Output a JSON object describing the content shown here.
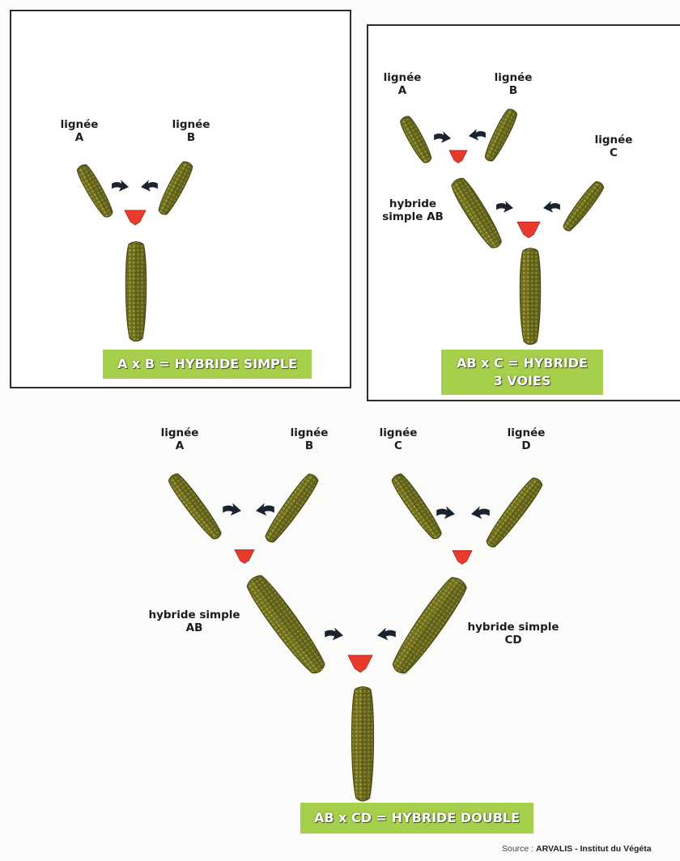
{
  "panels": {
    "simple": {
      "labels": {
        "a": [
          "lignée",
          "A"
        ],
        "b": [
          "lignée",
          "B"
        ]
      },
      "banner": "A x B = HYBRIDE SIMPLE"
    },
    "three_way": {
      "labels": {
        "a": [
          "lignée",
          "A"
        ],
        "b": [
          "lignée",
          "B"
        ],
        "c": [
          "lignée",
          "C"
        ],
        "ab": [
          "hybride",
          "simple AB"
        ]
      },
      "banner": [
        "AB x C = HYBRIDE",
        "3 VOIES"
      ]
    },
    "double": {
      "labels": {
        "a": [
          "lignée",
          "A"
        ],
        "b": [
          "lignée",
          "B"
        ],
        "c": [
          "lignée",
          "C"
        ],
        "d": [
          "lignée",
          "D"
        ],
        "ab": [
          "hybride simple",
          "AB"
        ],
        "cd": [
          "hybride simple",
          "CD"
        ]
      },
      "banner": "AB x CD = HYBRIDE DOUBLE"
    }
  },
  "source": {
    "prefix": "Source : ",
    "name": "ARVALIS - Institut du Végéta"
  },
  "colors": {
    "banner": "#a6cf4c",
    "cob": "#6b6a1e",
    "merge_arrow": "#e83b2e",
    "cross_arrow": "#1a2330"
  }
}
